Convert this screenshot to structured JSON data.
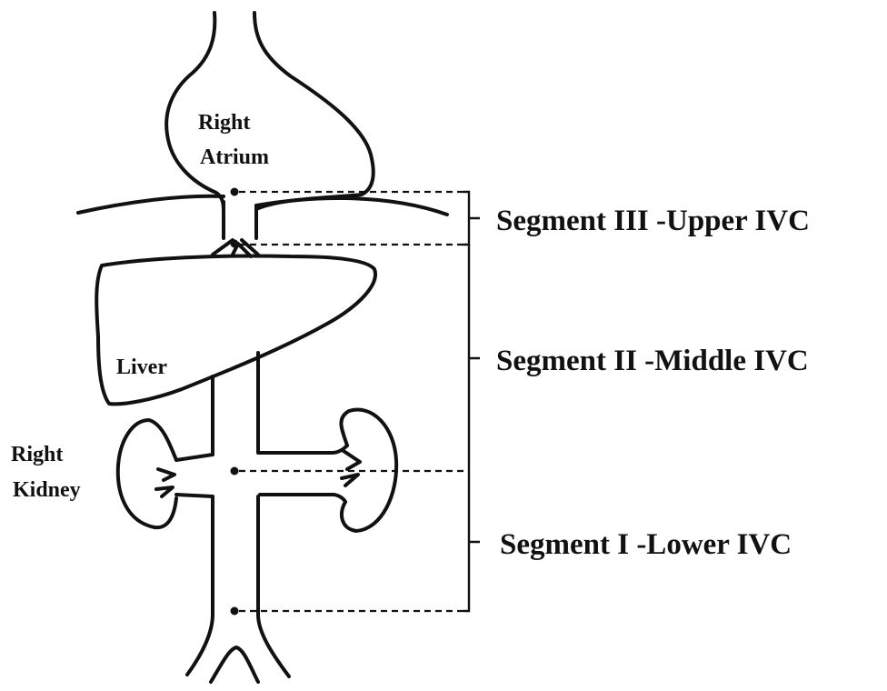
{
  "labels": {
    "right_atrium_line1": "Right",
    "right_atrium_line2": "Atrium",
    "liver": "Liver",
    "right_kidney_line1": "Right",
    "right_kidney_line2": "Kidney"
  },
  "segments": [
    {
      "name": "Segment III -Upper IVC"
    },
    {
      "name": "Segment II -Middle IVC"
    },
    {
      "name": "Segment I -Lower IVC"
    }
  ]
}
